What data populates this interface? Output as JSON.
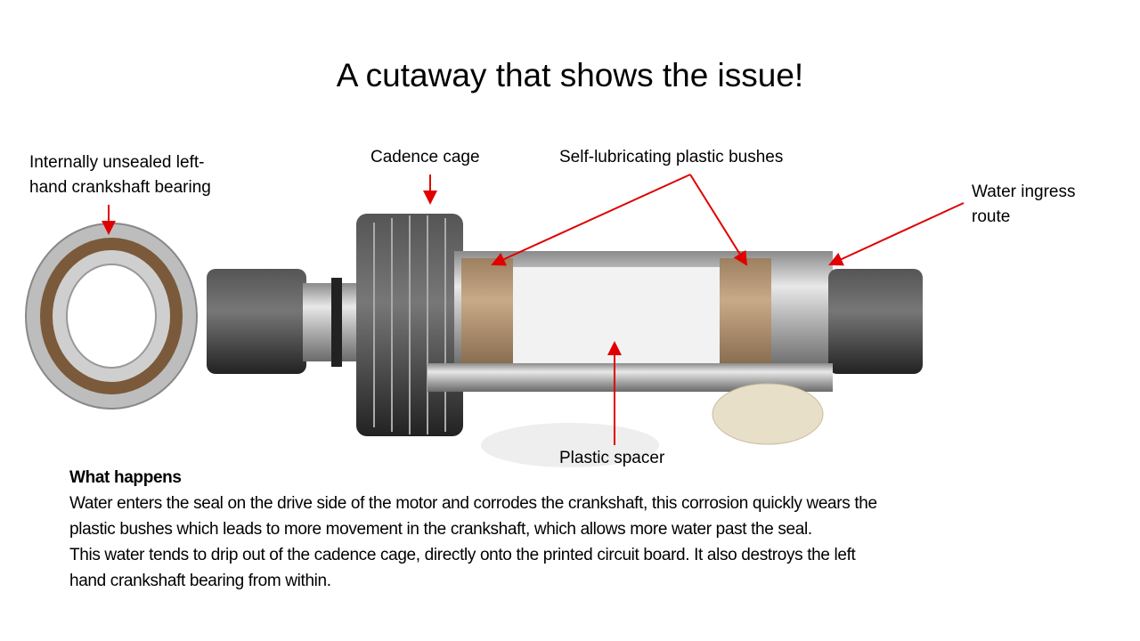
{
  "title": "A cutaway that shows the issue!",
  "labels": {
    "bearing_line1": "Internally unsealed left-",
    "bearing_line2": "hand crankshaft bearing",
    "cadence_cage": "Cadence cage",
    "bushes": "Self-lubricating plastic bushes",
    "water_line1": "Water ingress",
    "water_line2": "route",
    "spacer": "Plastic spacer"
  },
  "explanation": {
    "heading": "What happens",
    "lines": [
      "Water enters the seal on the drive side of the motor and corrodes the crankshaft, this corrosion quickly wears the",
      "plastic bushes which leads to more movement in the crankshaft, which allows more water past the seal.",
      "This water tends to drip out of the cadence cage, directly onto the printed circuit board. It also destroys the left",
      "hand crankshaft bearing from within."
    ]
  },
  "colors": {
    "arrow": "#e00000",
    "bush": "#b49670"
  }
}
